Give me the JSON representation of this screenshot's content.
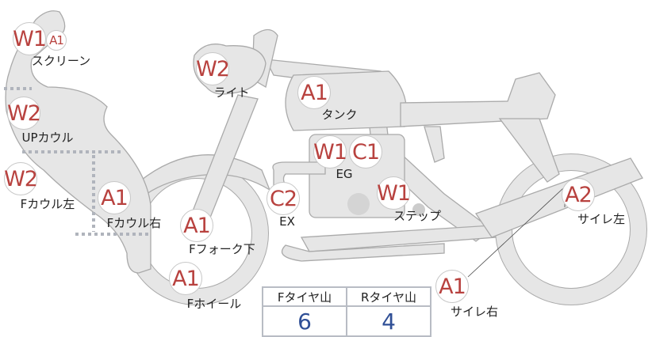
{
  "colors": {
    "part_fill": "#e6e6e6",
    "part_stroke": "#aaaaaa",
    "grade_text": "#b8423f",
    "value_text": "#2f4f96"
  },
  "markers": [
    {
      "grade": "W1",
      "label": ""
    },
    {
      "grade": "A1",
      "label": "スクリーン"
    },
    {
      "grade": "W2",
      "label": "ライト"
    },
    {
      "grade": "A1",
      "label": "タンク"
    },
    {
      "grade": "W2",
      "label": "UPカウル"
    },
    {
      "grade": "W1",
      "label": ""
    },
    {
      "grade": "C1",
      "label": "EG"
    },
    {
      "grade": "W2",
      "label": "Fカウル左"
    },
    {
      "grade": "A1",
      "label": "Fカウル右"
    },
    {
      "grade": "C2",
      "label": "EX"
    },
    {
      "grade": "W1",
      "label": "ステップ"
    },
    {
      "grade": "A2",
      "label": "サイレ左"
    },
    {
      "grade": "A1",
      "label": "Fフォーク下"
    },
    {
      "grade": "A1",
      "label": "Fホイール"
    },
    {
      "grade": "A1",
      "label": "サイレ右"
    }
  ],
  "tire_table": {
    "headers": [
      "Fタイヤ山",
      "Rタイヤ山"
    ],
    "values": [
      "6",
      "4"
    ]
  }
}
